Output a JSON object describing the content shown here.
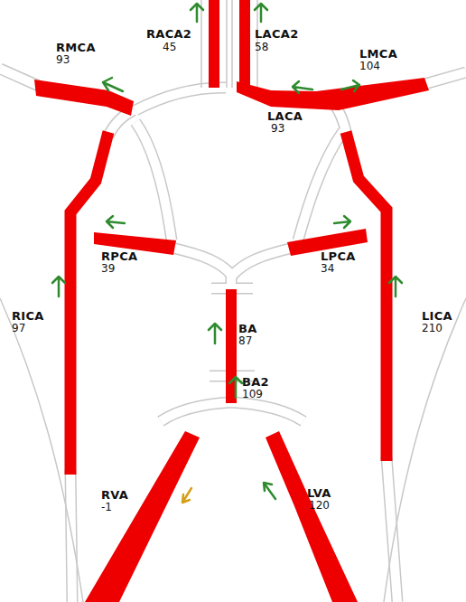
{
  "diagram": {
    "labels": [
      "RACA2",
      "45",
      "LACA2",
      "58",
      "RMCA",
      "93",
      "LMCA",
      "104",
      "LACA",
      "93",
      "RPCA",
      "39",
      "LPCA",
      "34",
      "BA",
      "87",
      "RICA",
      "97",
      "LICA",
      "210",
      "BA2",
      "109",
      "RVA",
      "-1",
      "LVA",
      "120"
    ]
  }
}
